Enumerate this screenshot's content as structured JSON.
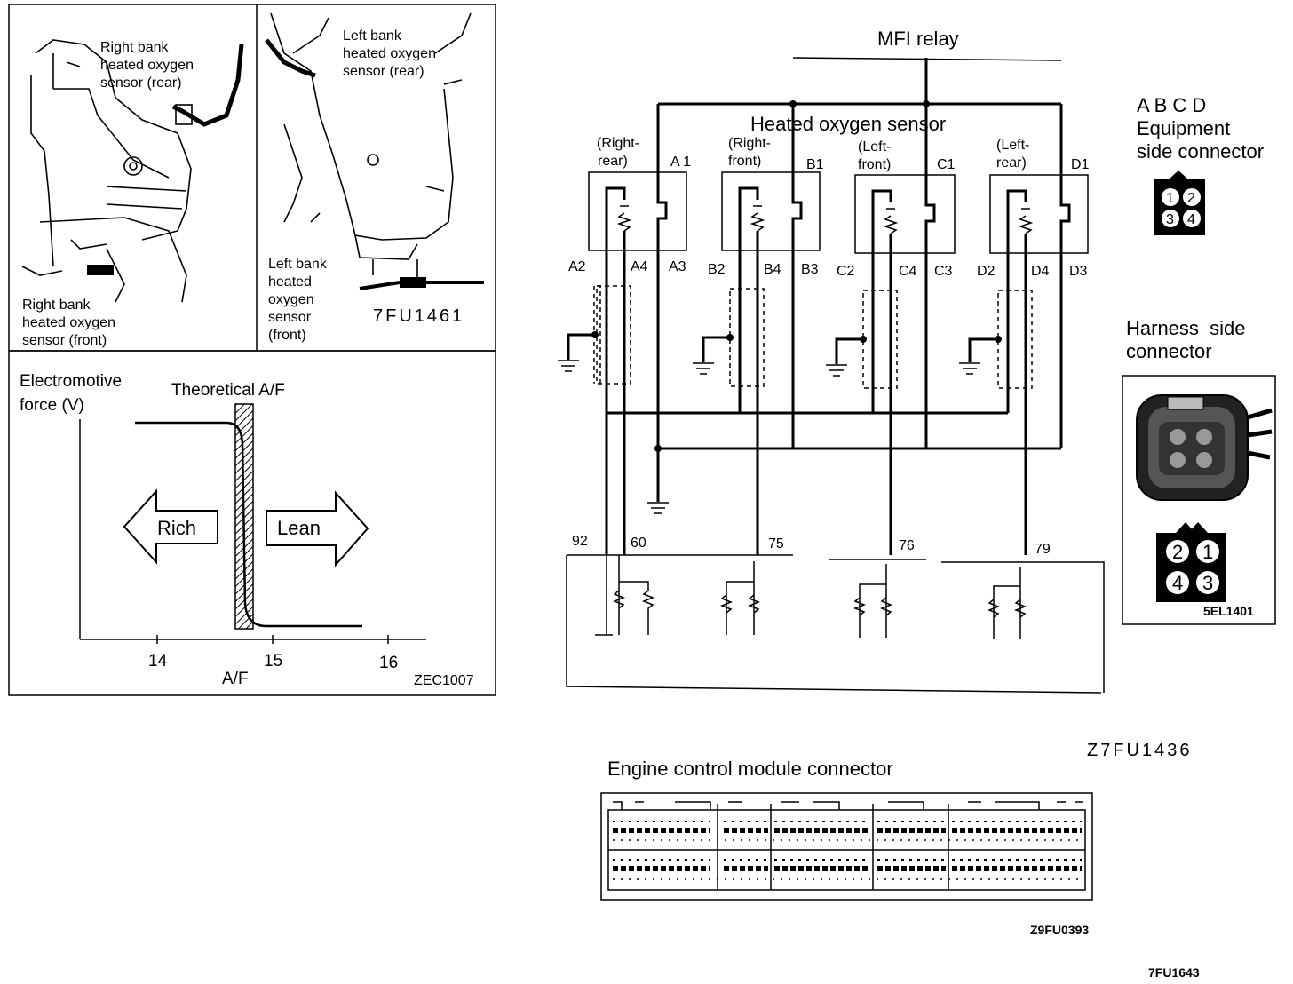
{
  "location": {
    "right_rear": [
      "Right bank",
      "heated oxygen",
      "sensor (rear)"
    ],
    "left_rear": [
      "Left bank",
      "heated oxygen",
      "sensor (rear)"
    ],
    "right_front": [
      "Right bank",
      "heated oxygen",
      "sensor (front)"
    ],
    "left_front": [
      "Left bank",
      "heated",
      "oxygen",
      "sensor",
      "(front)"
    ],
    "code": "7FU1461"
  },
  "graph": {
    "y_label": [
      "Electromotive",
      "force (V)"
    ],
    "theoretical": "Theoretical A/F",
    "rich": "Rich",
    "lean": "Lean",
    "x_ticks": [
      "14",
      "15",
      "16"
    ],
    "x_label": "A/F",
    "code": "ZEC1007"
  },
  "circuit": {
    "relay": "MFI relay",
    "sensor_title": "Heated oxygen sensor",
    "sensors": [
      {
        "name": [
          "(Right-",
          "rear)"
        ],
        "top": "A 1",
        "pins": [
          "A2",
          "A4",
          "A3"
        ]
      },
      {
        "name": [
          "(Right-",
          "front)"
        ],
        "top": "B1",
        "pins": [
          "B2",
          "B4",
          "B3"
        ]
      },
      {
        "name": [
          "(Left-",
          "front)"
        ],
        "top": "C1",
        "pins": [
          "C2",
          "C4",
          "C3"
        ]
      },
      {
        "name": [
          "(Left-",
          "rear)"
        ],
        "top": "D1",
        "pins": [
          "D2",
          "D4",
          "D3"
        ]
      }
    ],
    "ecm_terminals": [
      "92",
      "60",
      "75",
      "76",
      "79"
    ],
    "code": "Z7FU1436"
  },
  "equipment_connector": {
    "letters": "A B C D",
    "title": [
      "Equipment",
      "side connector"
    ],
    "pins": [
      "1",
      "2",
      "3",
      "4"
    ]
  },
  "harness_connector": {
    "title": [
      "Harness  side",
      "connector"
    ],
    "pins": [
      "2",
      "1",
      "4",
      "3"
    ],
    "code": "5EL1401"
  },
  "ecm_connector": {
    "title": "Engine control module connector",
    "code": "Z9FU0393"
  },
  "page_code": "7FU1643"
}
